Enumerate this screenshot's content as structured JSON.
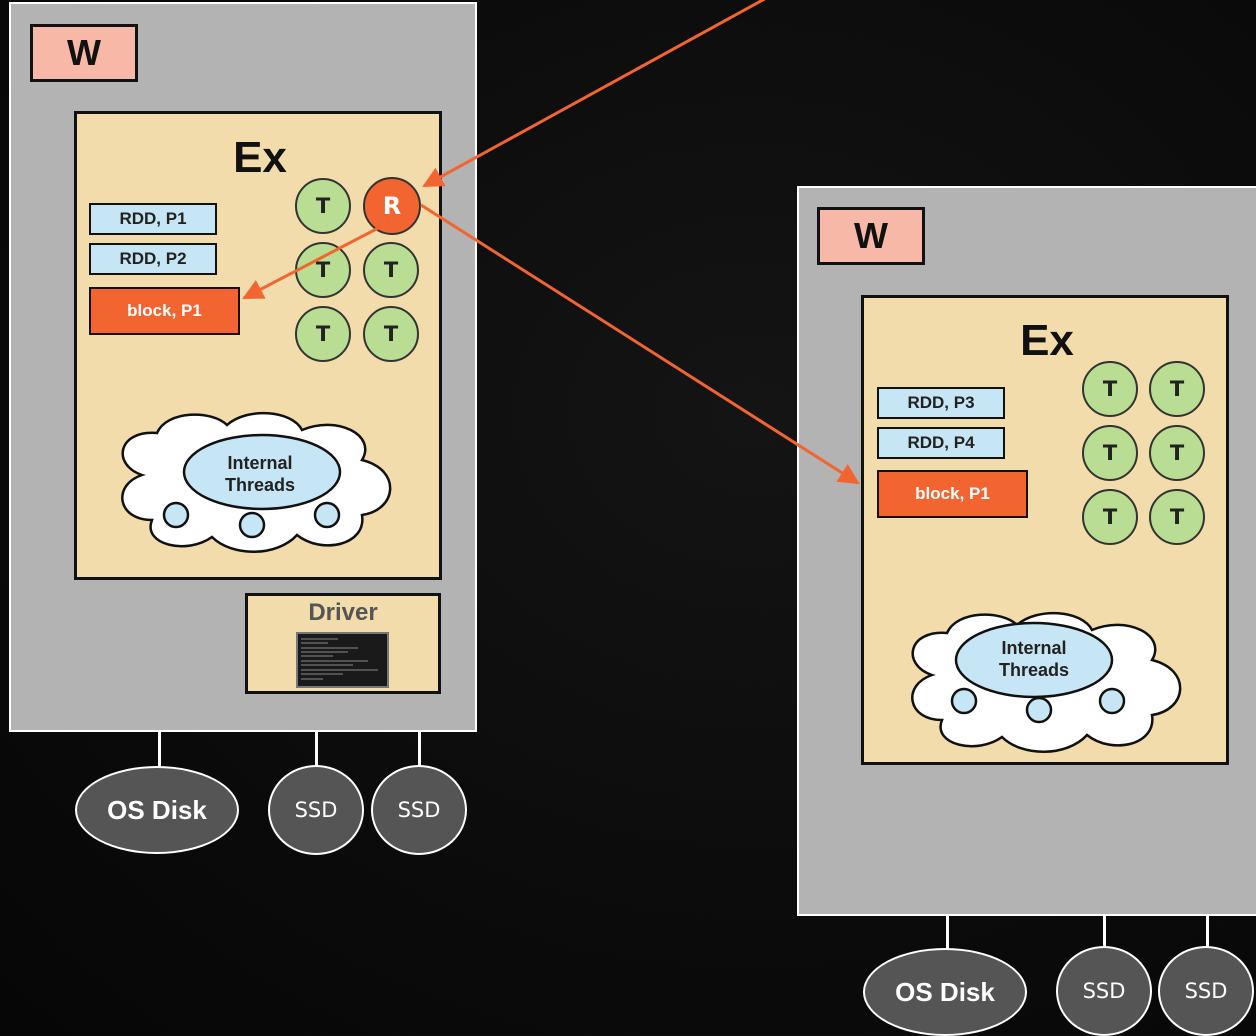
{
  "colors": {
    "worker_bg": "#b3b3b3",
    "worker_label_bg": "#f8b8a8",
    "executor_bg": "#f2dcab",
    "partition_bg": "#c6e6f5",
    "block_bg": "#f26430",
    "task_bg": "#b9dd92",
    "arrow": "#f26430",
    "disk_bg": "#555555"
  },
  "left_node": {
    "worker_label": "W",
    "executor_title": "Ex",
    "partitions": [
      "RDD, P1",
      "RDD, P2"
    ],
    "block": "block, P1",
    "receiver_label": "R",
    "task_label": "T",
    "cloud_label": "Internal\nThreads",
    "cloud_line1": "Internal",
    "cloud_line2": "Threads",
    "driver_label": "Driver",
    "disks": {
      "os": "OS Disk",
      "ssd1": "SSD",
      "ssd2": "SSD"
    }
  },
  "right_node": {
    "worker_label": "W",
    "executor_title": "Ex",
    "partitions": [
      "RDD, P3",
      "RDD, P4"
    ],
    "block": "block, P1",
    "task_label": "T",
    "cloud_line1": "Internal",
    "cloud_line2": "Threads",
    "disks": {
      "os": "OS Disk",
      "ssd1": "SSD",
      "ssd2": "SSD"
    }
  }
}
